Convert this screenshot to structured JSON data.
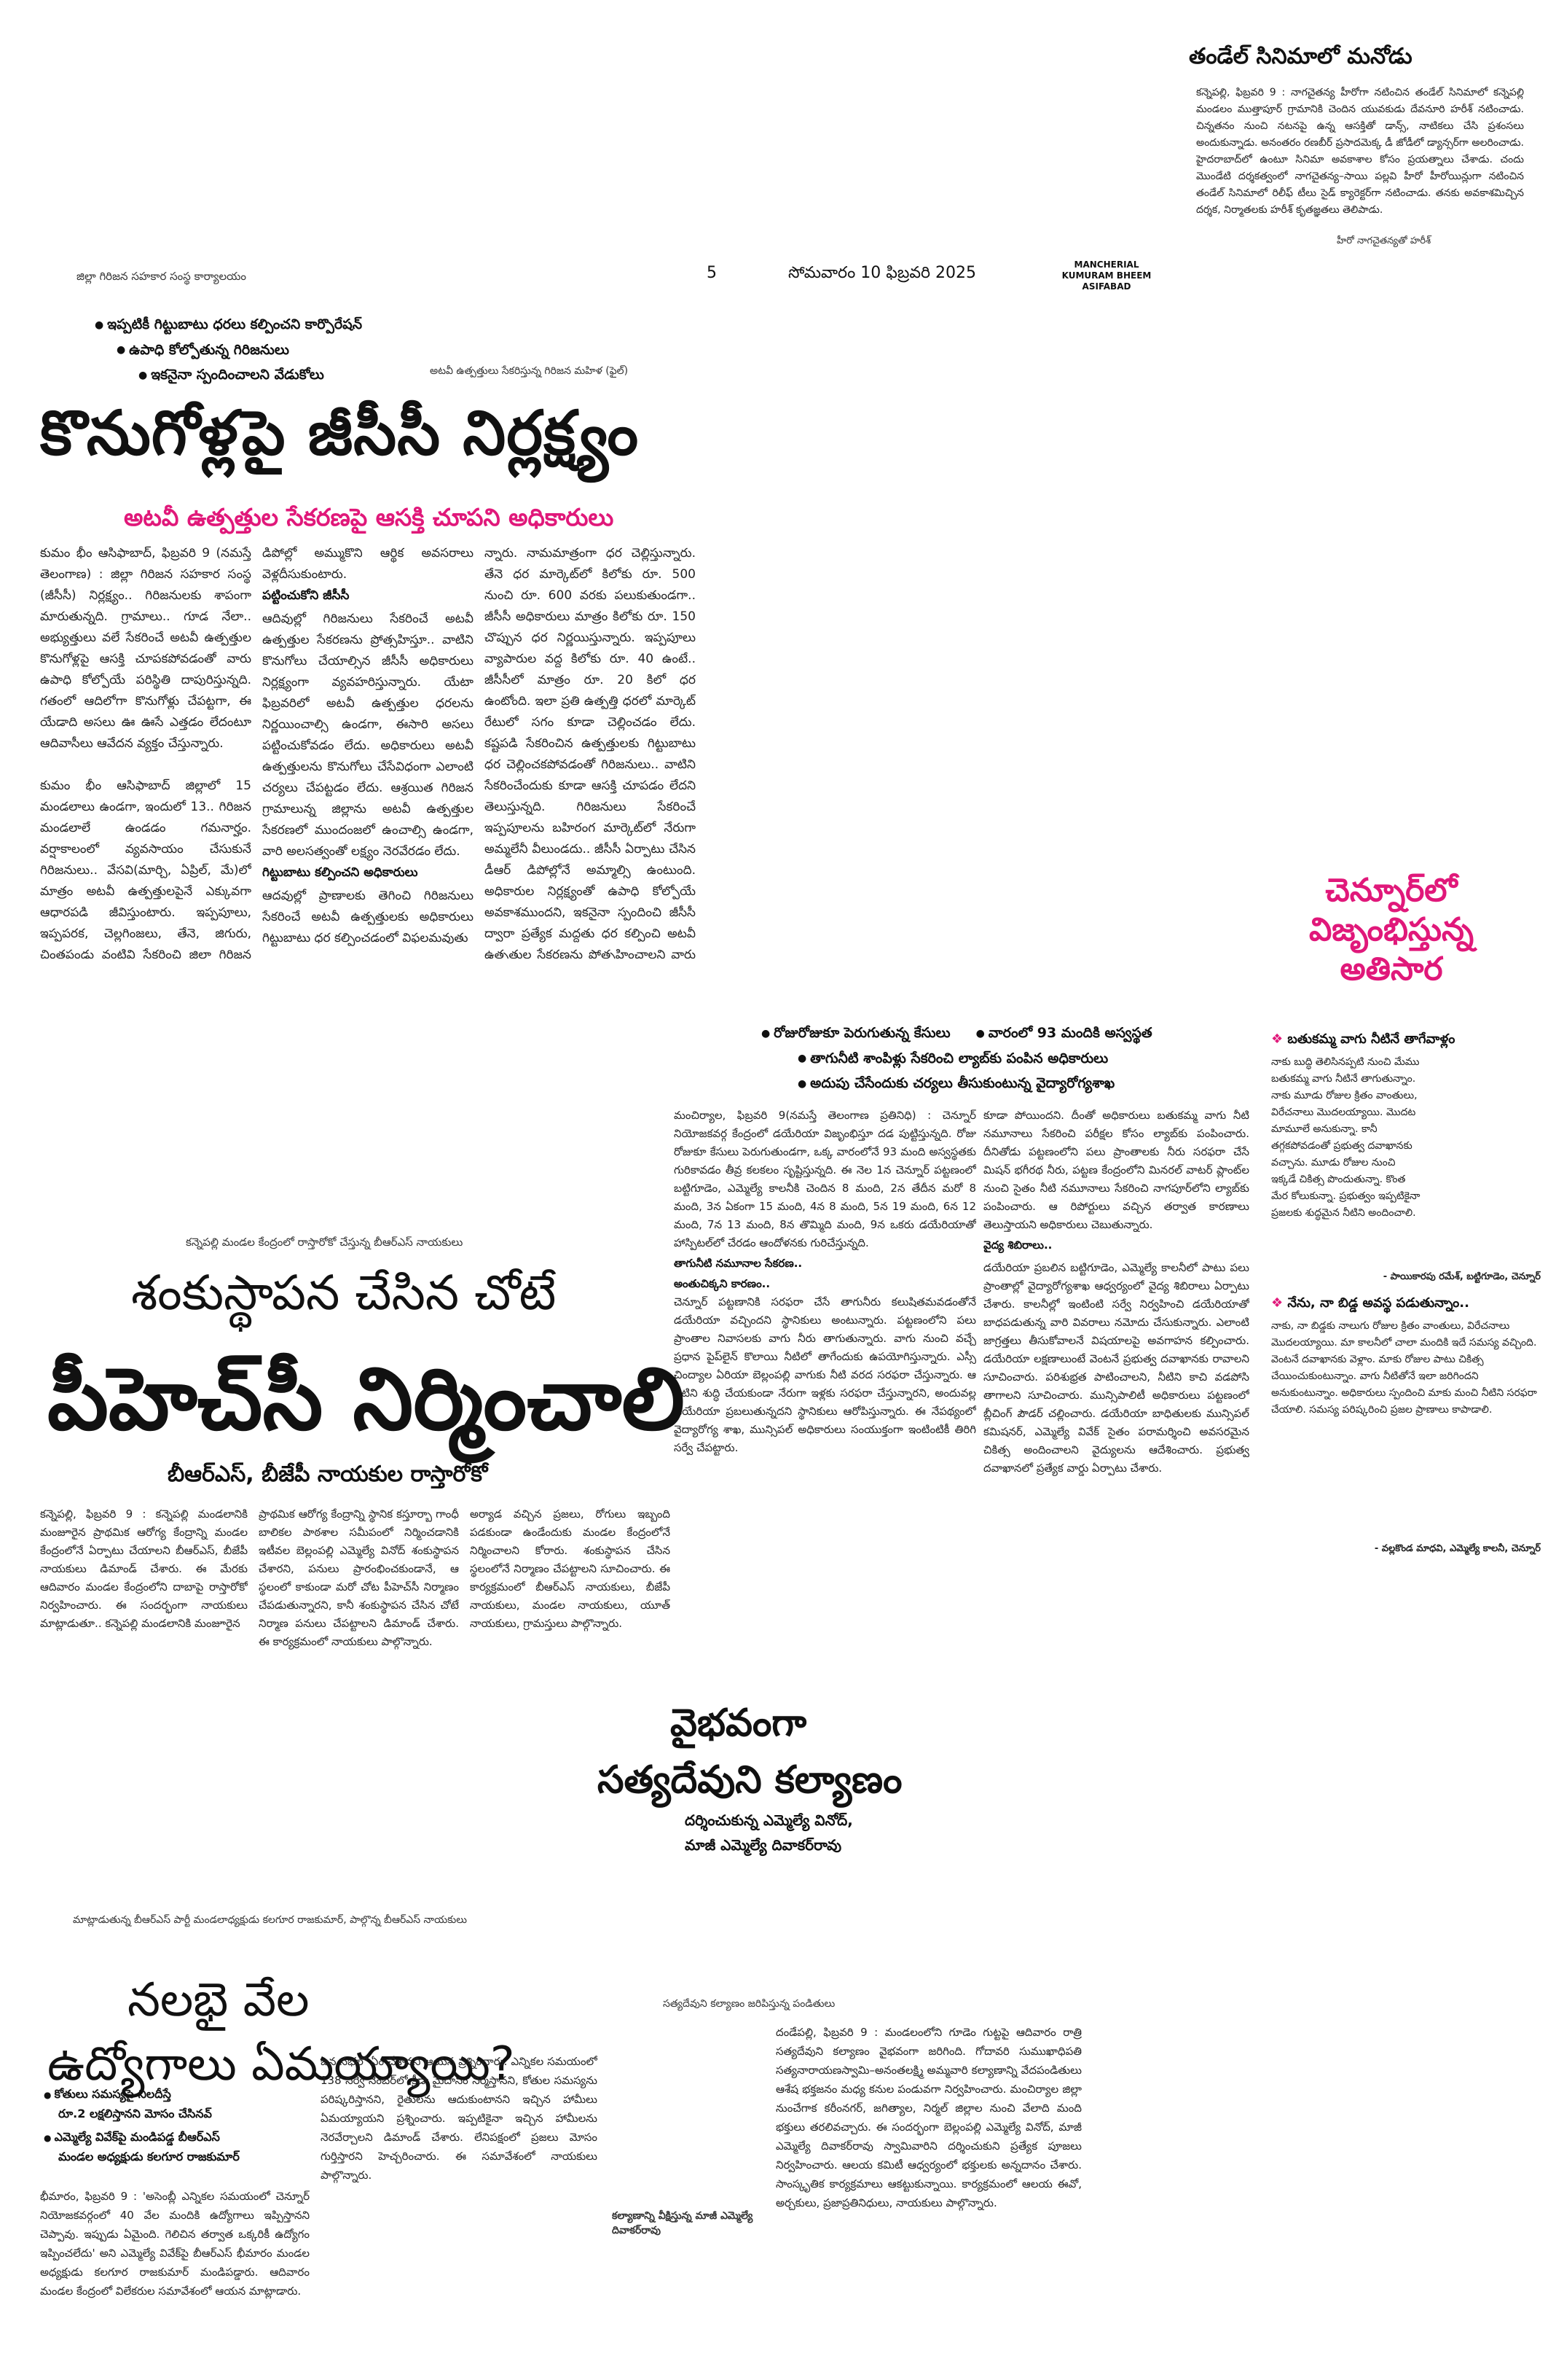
{
  "header": {
    "page_no": "5",
    "date": "సోమవారం 10 ఫిబ్రవరి 2025",
    "edition_lines": [
      "MANCHERIAL",
      "KUMURAM BHEEM",
      "ASIFABAD"
    ]
  },
  "story_tandel": {
    "headline": "తండేల్ సినిమాలో మనోడు",
    "body": "కన్నెపల్లి, ఫిబ్రవరి 9 : నాగచైతన్య హీరోగా నటించిన తండేల్ సినిమాలో కన్నెపల్లి మండలం ముత్తాపూర్ గ్రామానికి చెందిన యువకుడు దేవనూరి హరీశ్ నటించాడు. చిన్నతనం నుంచి నటనపై ఉన్న ఆసక్తితో డాన్స్, నాటికలు చేసి ప్రశంసలు అందుకున్నాడు. అనంతరం రణబీర్ ప్రసాదమెక్క డీ జోడీలో డ్యాన్సర్‌గా అలరించాడు. హైదరాబాద్‌లో ఉంటూ సినిమా అవకాశాల కోసం ప్రయత్నాలు చేశాడు. చందు మొండేటి దర్శకత్వంలో నాగచైతన్య–సాయి పల్లవి హీరో హీరోయిన్లుగా నటించిన తండేల్ సినిమాలో రిలీఫ్ టీలు సైడ్ క్యారెక్టర్‌గా నటించాడు. తనకు అవకాశమిచ్చిన దర్శక, నిర్మాతలకు హరీశ్ కృతజ్ఞతలు తెలిపాడు.",
    "caption": "హీరో నాగచైతన్యతో హరీశ్"
  },
  "story_gcc": {
    "photo_caption_top": "జిల్లా గిరిజన సహకార సంస్థ కార్యాలయం",
    "bullets": [
      "ఇప్పటికీ గిట్టుబాటు ధరలు కల్పించని కార్పొరేషన్",
      "ఉపాధి కోల్పోతున్న గిరిజనులు",
      "ఇకనైనా స్పందించాలని వేడుకోలు"
    ],
    "photo_caption_right": "అటవీ ఉత్పత్తులు సేకరిస్తున్న గిరిజన మహిళ (ఫైల్)",
    "headline": "కొనుగోళ్లపై జీసీసీ నిర్లక్ష్యం",
    "subhead": "అటవీ ఉత్పత్తుల సేకరణపై ఆసక్తి చూపని అధికారులు",
    "col1": "కుమం భీం ఆసిఫాబాద్, ఫిబ్రవరి 9 (నమస్తే తెలంగాణ) : జిల్లా గిరిజన సహకార సంస్థ (జీసీసీ) నిర్లక్ష్యం.. గిరిజనులకు శాపంగా మారుతున్నది. గ్రామాలు.. గూడ నేలా.. అభ్యుత్తులు వలే సేకరించే అటవీ ఉత్పత్తుల కొనుగోళ్లపై ఆసక్తి చూపకపోవడంతో వారు ఉపాధి కోల్పోయే పరిస్థితి దాపురిస్తున్నది. గతంలో ఆదిలోగా కొనుగోళ్లు చేపట్టగా, ఈ యేడాది అసలు ఊ ఊసే ఎత్తడం లేదంటూ ఆదివాసీలు ఆవేదన వ్యక్తం చేస్తున్నారు.\n\nకుమం భీం ఆసిఫాబాద్ జిల్లాలో 15 మండలాలు ఉండగా, ఇందులో 13.. గిరిజన మండలాలే ఉండడం గమనార్హం. వర్షాకాలంలో వ్యవసాయం చేసుకునే గిరిజనులు.. వేసవి(మార్చి, ఏప్రిల్, మే)లో మాత్రం అటవీ ఉత్పత్తులపైనే ఎక్కువగా ఆధారపడి జీవిస్తుంటారు. ఇప్పపూలు, ఇప్పపరక, చెల్లగింజలు, తేనె, జిగురు, చింతపండు వంటివి సేకరించి జిల్లా గిరిజన సహకార సంస్థ (జీసీసీ) డిపో",
    "col2_a": "డిపోల్లో అమ్ముకొని ఆర్థిక అవసరాలు వెళ్లదీసుకుంటారు.",
    "col2_sub1": "పట్టించుకోని జీసీసీ",
    "col2_b": "ఆదివుల్లో గిరిజనులు సేకరించే అటవీ ఉత్పత్తుల సేకరణను ప్రోత్సహిస్తూ.. వాటిని కొనుగోలు చేయాల్సిన జీసీసీ అధికారులు నిర్లక్ష్యంగా వ్యవహరిస్తున్నారు. యేటా ఫిబ్రవరిలో అటవీ ఉత్పత్తుల ధరలను నిర్ణయించాల్సి ఉండగా, ఈసారి అసలు పట్టించుకోవడం లేదు. అధికారులు అటవీ ఉత్పత్తులను కొనుగోలు చేసేవిధంగా ఎలాంటి చర్యలు చేపట్టడం లేదు. ఆశ్రయిత గిరిజన గ్రామాలున్న జిల్లాను అటవీ ఉత్పత్తుల సేకరణలో ముందంజలో ఉంచాల్సి ఉండగా, వారి అలసత్వంతో లక్ష్యం నెరవేరడం లేదు.",
    "col2_sub2": "గిట్టుబాటు కల్పించని అధికారులు",
    "col2_c": "ఆదవుల్లో ప్రాణాలకు తెగించి గిరిజనులు సేకరించే అటవీ ఉత్పత్తులకు అధికారులు గిట్టుబాటు ధర కల్పించడంలో విఫలమవుతు",
    "col3": "న్నారు. నామమాత్రంగా ధర చెల్లిస్తున్నారు. తేనె ధర మార్కెట్‌లో కిలోకు రూ. 500 నుంచి రూ. 600 వరకు పలుకుతుండగా.. జీసీసీ అధికారులు మాత్రం కిలోకు రూ. 150 చొప్పున ధర నిర్ణయిస్తున్నారు. ఇప్పపూలు వ్యాపారుల వద్ద కిలోకు రూ. 40 ఉంటే.. జీసీసీలో మాత్రం రూ. 20 కిలో ధర ఉంటోంది. ఇలా ప్రతి ఉత్పత్తి ధరలో మార్కెట్ రేటులో సగం కూడా చెల్లించడం లేదు. కష్టపడి సేకరించిన ఉత్పత్తులకు గిట్టుబాటు ధర చెల్లించకపోవడంతో గిరిజనులు.. వాటిని సేకరించేందుకు కూడా ఆసక్తి చూపడం లేదని తెలుస్తున్నది. గిరిజనులు సేకరించే ఇప్పపూలను బహిరంగ మార్కెట్‌లో నేరుగా అమ్మలేనీ వీలుండదు.. జీసీసీ ఏర్పాటు చేసిన డీఆర్ డిపోల్లోనే అమ్మాల్సి ఉంటుంది. అధికారుల నిర్లక్ష్యంతో ఉపాధి కోల్పోయే అవకాశముందని, ఇకనైనా స్పందించి జీసీసీ ద్వారా ప్రత్యేక మద్దతు ధర కల్పించి అటవీ ఉత్పత్తుల సేకరణను ప్రోత్సహించాలని వారు కోరుతున్నారు."
  },
  "story_chennur": {
    "title": [
      "చెన్నూర్‌లో",
      "విజృంభిస్తున్న",
      "అతిసార"
    ],
    "bullets": [
      "రోజురోజుకూ పెరుగుతున్న కేసులు",
      "వారంలో 93 మందికి అస్వస్థత",
      "తాగునీటి శాంపిళ్లు సేకరించి ల్యాబ్‌కు పంపిన అధికారులు",
      "అదుపు చేసేందుకు చర్యలు తీసుకుంటున్న వైద్యారోగ్యశాఖ"
    ],
    "col1": "మంచిర్యాల, ఫిబ్రవరి 9(నమస్తే తెలంగాణ ప్రతినిధి) : చెన్నూర్ నియోజకవర్గ కేంద్రంలో డయేరియా విజృంభిస్తూ దడ పుట్టిస్తున్నది. రోజు రోజుకూ కేసులు పెరుగుతుండగా, ఒక్క వారంలోనే 93 మంది అస్వస్థతకు గురికావడం తీవ్ర కలకలం సృష్టిస్తున్నది. ఈ నెల 1న చెన్నూర్ పట్టణంలో బట్టిగూడెం, ఎమ్మెల్యే కాలనీకి చెందిన 8 మంది, 2న తేదీన మరో 8 మంది, 3న ఏకంగా 15 మంది, 4న 8 మంది, 5న 19 మంది, 6న 12 మంది, 7న 13 మంది, 8న తొమ్మిది మంది, 9న ఒకరు డయేరియాతో హాస్పిటల్‌లో చేరడం ఆందోళనకు గురిచేస్తున్నది.",
    "sub1": "తాగునీటి నమూనాల సేకరణ..",
    "sub2": "అంతుచిక్కని కారణం..",
    "col1b": "చెన్నూర్ పట్టణానికి సరఫరా చేసే తాగునీరు కలుషితమవడంతోనే డయేరియా వచ్చిందని స్థానికులు అంటున్నారు. పట్టణంలోని పలు ప్రాంతాల నివాసలకు వాగు నీరు తాగుతున్నారు. వాగు నుంచి వచ్చే ప్రధాన పైప్‌లైన్ కొలాయి నీటిలో తాగేందుకు ఉపయోగిస్తున్నారు. ఎస్సీ చింద్యాల ఏరియా బెల్లంపల్లి వాగుకు నీటి వరద సరఫరా చేస్తున్నారు. ఆ నీటిని శుద్ధి చేయకుండా నేరుగా ఇళ్లకు సరఫరా చేస్తున్నారని, అందువల్ల డయేరియా ప్రబలుతున్నదని స్థానికులు ఆరోపిస్తున్నారు. ఈ నేపథ్యంలో వైద్యారోగ్య శాఖ, మున్సిపల్ అధికారులు సంయుక్తంగా ఇంటింటికీ తిరిగి సర్వే చేపట్టారు.",
    "col2": "కూడా పోయిందని. దీంతో అధికారులు బతుకమ్మ వాగు నీటి నమూనాలు సేకరించి పరీక్షల కోసం ల్యాబ్‌కు పంపించారు. దీనితోడు పట్టణంలోని పలు ప్రాంతాలకు నీరు సరఫరా చేసే మిషన్ భగీరథ నీరు, పట్టణ కేంద్రంలోని మినరల్ వాటర్ ప్లాంట్‌ల నుంచి సైతం నీటి నమూనాలు సేకరించి నాగపూర్‌లోని ల్యాబ్‌కు పంపించారు. ఆ రిపోర్టులు వచ్చిన తర్వాత కారణాలు తెలుస్తాయని అధికారులు చెబుతున్నారు.",
    "sub3": "వైద్య శిబిరాలు..",
    "col2b": "డయేరియా ప్రబలిన బట్టిగూడెం, ఎమ్మెల్యే కాలనీలో పాటు పలు ప్రాంతాల్లో వైద్యారోగ్యశాఖ ఆధ్వర్యంలో వైద్య శిబిరాలు ఏర్పాటు చేశారు. కాలనీల్లో ఇంటింటి సర్వే నిర్వహించి డయేరియాతో బాధపడుతున్న వారి వివరాలు నమోదు చేసుకున్నారు. ఎలాంటి జాగ్రత్తలు తీసుకోవాలనే విషయాలపై అవగాహన కల్పించారు. డయేరియా లక్షణాలుంటే వెంటనే ప్రభుత్వ దవాఖానకు రావాలని సూచించారు. పరిశుభ్రత పాటించాలని, నీటిని కాచి వడపోసి తాగాలని సూచించారు. మున్సిపాలిటీ అధికారులు పట్టణంలో బ్లీచింగ్ పౌడర్ చల్లించారు. డయేరియా బాధితులకు మున్సిపల్ కమిషనర్, ఎమ్మెల్యే వివేక్ సైతం పరామర్శించి అవసరమైన చికిత్స అందించాలని వైద్యులను ఆదేశించారు. ప్రభుత్వ దవాఖానలో ప్రత్యేక వార్డు ఏర్పాటు చేశారు."
  },
  "story_side": {
    "headline1": "బతుకమ్మ వాగు నీటినే తాగేవాళ్లం",
    "quote1": "నాకు బుద్ధి తెలిసినప్పటి నుంచి మేము బతుకమ్మ వాగు నీటినే తాగుతున్నాం. నాకు మూడు రోజుల క్రితం వాంతులు, విరేచనాలు మొదలయ్యాయి. మొదట మామూలే అనుకున్నా. కానీ తగ్గకపోవడంతో ప్రభుత్వ దవాఖానకు వచ్చాను. మూడు రోజుల నుంచి ఇక్కడే చికిత్స పొందుతున్నా. కొంత మేర కోలుకున్నా. ప్రభుత్వం ఇప్పటికైనా ప్రజలకు శుద్ధమైన నీటిని అందించాలి.",
    "byline1": "- పాయికారపు రమేశ్, బట్టిగూడెం, చెన్నూర్",
    "headline2": "నేను, నా బిడ్డ అవస్థ పడుతున్నాం..",
    "quote2": "నాకు, నా బిడ్డకు నాలుగు రోజుల క్రితం వాంతులు, విరేచనాలు మొదలయ్యాయి. మా కాలనీలో చాలా మందికి ఇదే సమస్య వచ్చింది. వెంటనే దవాఖానకు వెళ్లాం. మాకు రోజుల పాటు చికిత్స చేయించుకుంటున్నాం. వాగు నీటితోనే ఇలా జరిగిందని అనుకుంటున్నాం. అధికారులు స్పందించి మాకు మంచి నీటిని సరఫరా చేయాలి. సమస్య పరిష్కరించి ప్రజల ప్రాణాలు కాపాడాలి.",
    "byline2": "- వల్లకొండ మాధవి, ఎమ్మెల్యే కాలనీ, చెన్నూర్"
  },
  "story_phc": {
    "photo_caption": "కన్నెపల్లి మండల కేంద్రంలో రాస్తారోకో చేస్తున్న బీఆర్ఎస్ నాయకులు",
    "headline1": "శంకుస్థాపన చేసిన చోటే",
    "headline2": "పీహెచ్‌సీ నిర్మించాలి",
    "subhead": "బీఆర్ఎస్, బీజేపీ నాయకుల రాస్తారోకో",
    "col1": "కన్నెపల్లి, ఫిబ్రవరి 9 : కన్నెపల్లి మండలానికి మంజూరైన ప్రాథమిక ఆరోగ్య కేంద్రాన్ని మండల కేంద్రంలోనే ఏర్పాటు చేయాలని బీఆర్ఎస్, బీజేపీ నాయకులు డిమాండ్ చేశారు. ఈ మేరకు ఆదివారం మండల కేంద్రంలోని దాబాపై రాస్తారోకో నిర్వహించారు. ఈ సందర్భంగా నాయకులు మాట్లాడుతూ.. కన్నెపల్లి మండలానికి మంజూరైన",
    "col2": "ప్రాథమిక ఆరోగ్య కేంద్రాన్ని స్థానిక కస్తూర్బా గాంధీ బాలికల పాఠశాల సమీపంలో నిర్మించడానికి ఇటీవల బెల్లంపల్లి ఎమ్మెల్యే వినోద్ శంకుస్థాపన చేశారని, పనులు ప్రారంభించకుండానే, ఆ స్థలంలో కాకుండా మరో చోట పీహెచ్‌సీ నిర్మాణం చేపడుతున్నారని, కానీ శంకుస్థాపన చేసిన చోటే నిర్మాణ పనులు చేపట్టాలని డిమాండ్ చేశారు. ఈ కార్యక్రమంలో నాయకులు పాల్గొన్నారు.",
    "col3": "అర్యాడ వచ్చిన ప్రజలు, రోగులు ఇబ్బంది పడకుండా ఉండేందుకు మండల కేంద్రంలోనే నిర్మించాలని కోరారు. శంకుస్థాపన చేసిన స్థలంలోనే నిర్మాణం చేపట్టాలని సూచించారు. ఈ కార్యక్రమంలో బీఆర్ఎస్ నాయకులు, బీజేపీ నాయకులు, మండల నాయకులు, యూత్ నాయకులు, గ్రామస్తులు పాల్గొన్నారు."
  },
  "story_kalyanam": {
    "headline1": "వైభవంగా",
    "headline2": "సత్యదేవుని కల్యాణం",
    "subhead1": "దర్శించుకున్న ఎమ్మెల్యే వినోద్,",
    "subhead2": "మాజీ ఎమ్మెల్యే దివాకర్‌రావు",
    "photo_caption_top": "సత్యదేవుని కల్యాణం జరిపిస్తున్న పండితులు",
    "photo_caption_bottom": "కల్యాణాన్ని వీక్షిస్తున్న మాజీ ఎమ్మెల్యే దివాకర్‌రావు",
    "body": "దండేపల్లి, ఫిబ్రవరి 9 : మండలంలోని గూడెం గుట్టపై ఆదివారం రాత్రి సత్యదేవుని కల్యాణం వైభవంగా జరిగింది. గోదావరి సుముఖాధిపతి సత్యనారాయణస్వామి–అనంతలక్ష్మి అమ్మవారి కల్యాణాన్ని వేదపండితులు ఆశేష భక్తజనం మధ్య కనుల పండువగా నిర్వహించారు. మంచిర్యాల జిల్లా నుంచేగాక కరీంనగర్, జగిత్యాల, నిర్మల్ జిల్లాల నుంచి వేలాది మంది భక్తులు తరలివచ్చారు. ఈ సందర్భంగా బెల్లంపల్లి ఎమ్మెల్యే వినోద్, మాజీ ఎమ్మెల్యే దివాకర్‌రావు స్వామివారిని దర్శించుకుని ప్రత్యేక పూజలు నిర్వహించారు. ఆలయ కమిటీ ఆధ్వర్యంలో భక్తులకు అన్నదానం చేశారు. సాంస్కృతిక కార్యక్రమాలు ఆకట్టుకున్నాయి. కార్యక్రమంలో ఆలయ ఈవో, అర్చకులు, ప్రజాప్రతినిధులు, నాయకులు పాల్గొన్నారు."
  },
  "story_jobs": {
    "photo_caption": "మాట్లాడుతున్న బీఆర్ఎస్ పార్టీ మండలాధ్యక్షుడు కలగూర రాజకుమార్, పాల్గొన్న బీఆర్ఎస్ నాయకులు",
    "headline1": "నలభై వేల",
    "headline2": "ఉద్యోగాలు ఏమయ్యాయి?",
    "bullets": [
      "కోతులు సమస్యపై నిలదీస్తే",
      "రూ.2 లక్షలిస్తానని మోసం చేసినవ్",
      "ఎమ్మెల్యే వివేక్‌పై మండిపడ్డ బీఆర్ఎస్",
      "మండల అధ్యక్షుడు కలగూర రాజకుమార్"
    ],
    "col1": "భీమారం, ఫిబ్రవరి 9 : 'అసెంబ్లీ ఎన్నికల సమయంలో చెన్నూర్ నియోజకవర్గంలో 40 వేల మందికి ఉద్యోగాలు ఇప్పిస్తానని చెప్పావు. ఇప్పుడు ఏమైంది. గెలిచిన తర్వాత ఒక్కరికీ ఉద్యోగం ఇప్పించలేదు' అని ఎమ్మెల్యే వివేక్‌పై బీఆర్ఎస్ భీమారం మండల అధ్యక్షుడు కలగూర రాజకుమార్ మండిపడ్డారు. ఆదివారం మండల కేంద్రంలో విలేకరుల సమావేశంలో ఆయన మాట్లాడారు.",
    "col2": "జన సభలో ఏం చేశావని ఆయన ప్రశ్నించారు. ఎన్నికల సమయంలో 138 సర్వే నెంబర్‌లో క్రీడా మైదానం నిర్మిస్తానని, కోతుల సమస్యను పరిష్కరిస్తానని, రైతులను ఆదుకుంటానని ఇచ్చిన హామీలు ఏమయ్యాయని ప్రశ్నించారు. ఇప్పటికైనా ఇచ్చిన హామీలను నెరవేర్చాలని డిమాండ్ చేశారు. లేనిపక్షంలో ప్రజలు మోసం గుర్తిస్తారని హెచ్చరించారు. ఈ సమావేశంలో నాయకులు పాల్గొన్నారు."
  }
}
